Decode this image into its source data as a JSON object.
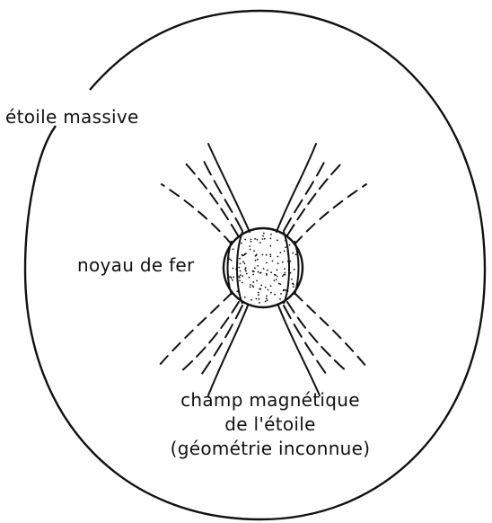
{
  "labels": {
    "star": "étoile massive",
    "core": "noyau de fer",
    "field": [
      "champ magnétique",
      "de l'étoile",
      "(géométrie inconnue)"
    ]
  },
  "colors": {
    "ink": "#111111",
    "background": "#ffffff"
  }
}
